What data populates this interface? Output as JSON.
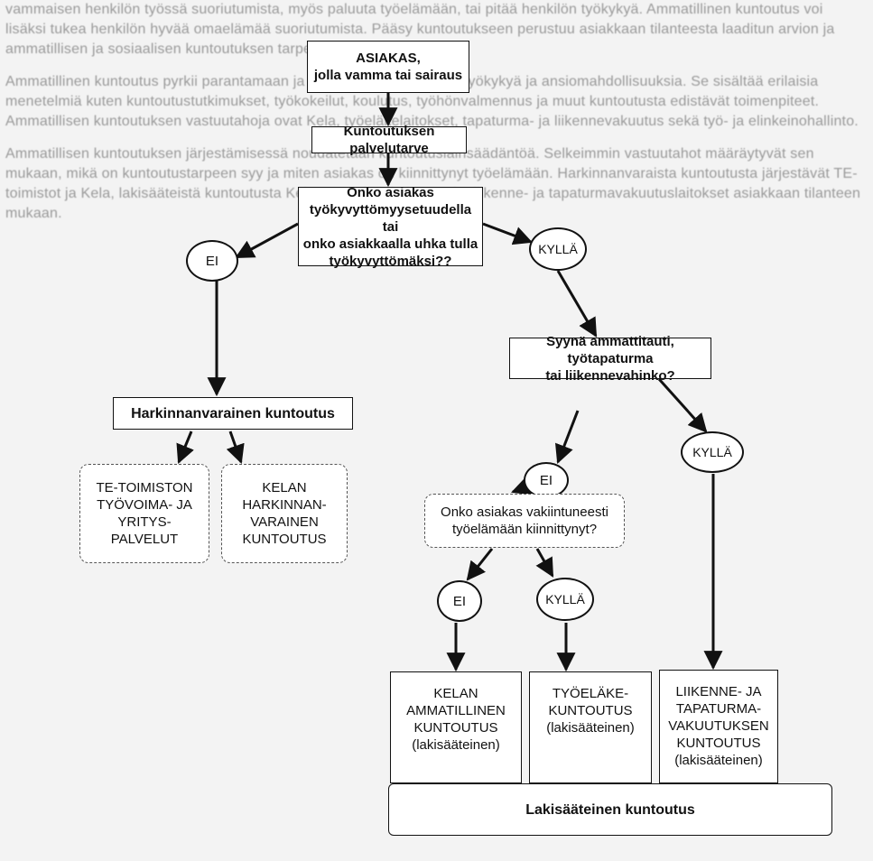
{
  "background_text": {
    "p1": "vammaisen henkilön työssä suoriutumista, myös paluuta työelämään, tai pitää henkilön työkykyä. Ammatillinen kuntoutus voi lisäksi tukea henkilön hyvää omaelämää suoriutumista. Pääsy kuntoutukseen perustuu asiakkaan tilanteesta laaditun arvion ja ammatillisen ja sosiaalisen kuntoutuksen tarpeeseen.",
    "p2": "Ammatillinen kuntoutus pyrkii parantamaan ja vahvistamaan henkilön työkykyä ja ansiomahdollisuuksia. Se sisältää erilaisia menetelmiä kuten kuntoutustutkimukset, työkokeilut, koulutus, työhönvalmennus ja muut kuntoutusta edistävät toimenpiteet. Ammatillisen kuntoutuksen vastuutahoja ovat Kela, työeläkelaitokset, tapaturma- ja liikennevakuutus sekä työ- ja elinkeinohallinto.",
    "p3": "Ammatillisen kuntoutuksen järjestämisessä noudatetaan kuntoutuslainsäädäntöä. Selkeimmin vastuutahot määräytyvät sen mukaan, mikä on kuntoutustarpeen syy ja miten asiakas on kiinnittynyt työelämään. Harkinnanvaraista kuntoutusta järjestävät TE-toimistot ja Kela, lakisääteistä kuntoutusta Kela, työeläkelaitokset sekä liikenne- ja tapaturmavakuutuslaitokset asiakkaan tilanteen mukaan."
  },
  "nodes": {
    "client": "ASIAKAS,\njolla vamma tai sairaus",
    "need": "Kuntoutuksen palvelutarve",
    "q_disability": "Onko asiakas\ntyökyvyttömyysetuudella tai\nonko asiakkaalla uhka tulla\ntyökyvyttömäksi??",
    "no1": "EI",
    "yes1": "KYLLÄ",
    "q_cause": "Syynä ammattitauti, työtapaturma\ntai liikennevahinko?",
    "discretionary": "Harkinnanvarainen kuntoutus",
    "te_office": "TE-TOIMISTON\nTYÖVOIMA- JA\nYRITYS-\nPALVELUT",
    "kela_disc": "KELAN\nHARKINNAN-\nVARAINEN\nKUNTOUTUS",
    "no2": "EI",
    "yes2": "KYLLÄ",
    "q_attached": "Onko asiakas vakiintuneesti\ntyöelämään kiinnittynyt?",
    "no3": "EI",
    "yes3": "KYLLÄ",
    "kela_voc": "KELAN\nAMMATILLINEN\nKUNTOUTUS\n(lakisääteinen)",
    "pension": "TYÖELÄKE-\nKUNTOUTUS\n(lakisääteinen)",
    "traffic": "LIIKENNE- JA\nTAPATURMA-\nVAKUUTUKSEN\nKUNTOUTUS\n(lakisääteinen)",
    "statutory": "Lakisääteinen kuntoutus"
  }
}
